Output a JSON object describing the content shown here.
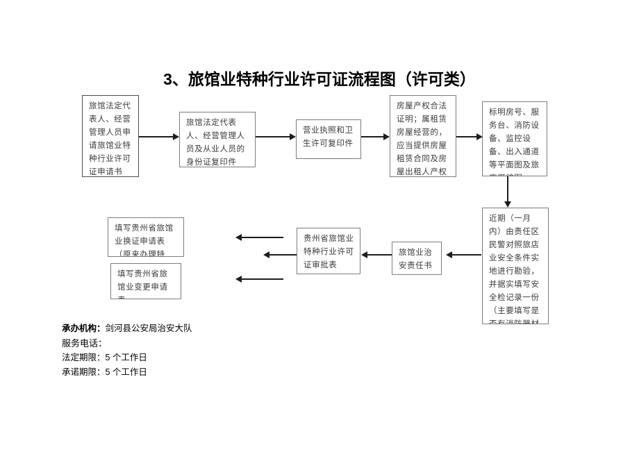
{
  "page": {
    "title": "3、旅馆业特种行业许可证流程图（许可类）"
  },
  "flow": {
    "nodes": [
      {
        "id": "n1",
        "label": "旅馆法定代表人、经营管理人员申请旅馆业特种行业许可证申请书"
      },
      {
        "id": "n2",
        "label": "旅馆法定代表人、经营管理人员及从业人员的身份证复印件"
      },
      {
        "id": "n3",
        "label": "营业执照和卫生许可复印件"
      },
      {
        "id": "n4",
        "label": "房屋产权合法证明；属租赁房屋经营的，应当提供房屋租赁合同及房屋出租人产权登记合法手续"
      },
      {
        "id": "n5",
        "label": "标明房号、服务台、消防设备、监控设备、出入通道等平面图及旅店概貌图"
      },
      {
        "id": "n6",
        "label": "近期（一月内）由责任区民警对照旅店业安全条件实地进行勘验，并据实填写安全检记录一份（主要填写是否有消防器材设施配备情况，比如：灭火器、应急照明灯等等）"
      },
      {
        "id": "n7",
        "label": "旅馆业治安责任书"
      },
      {
        "id": "n8",
        "label": "贵州省旅馆业特种行业许可证审批表"
      },
      {
        "id": "n9",
        "label": "填写贵州省旅馆业换证申请表（原来办理特种）"
      },
      {
        "id": "n10",
        "label": "填写贵州省旅馆业变更申请表"
      }
    ]
  },
  "footer": {
    "agency_label": "承办机构：",
    "agency_value": "剑河县公安局治安大队",
    "phone_line": "服务电话：",
    "statutory_line": "法定期限：5 个工作日",
    "promised_line": "承诺期限：5 个工作日"
  },
  "colors": {
    "box_border": "#7c7c7c",
    "box_border_dark": "#4a4a4a",
    "connector": "#1d1d1d",
    "text": "#3a3a3a",
    "title": "#000000",
    "background": "#ffffff"
  }
}
